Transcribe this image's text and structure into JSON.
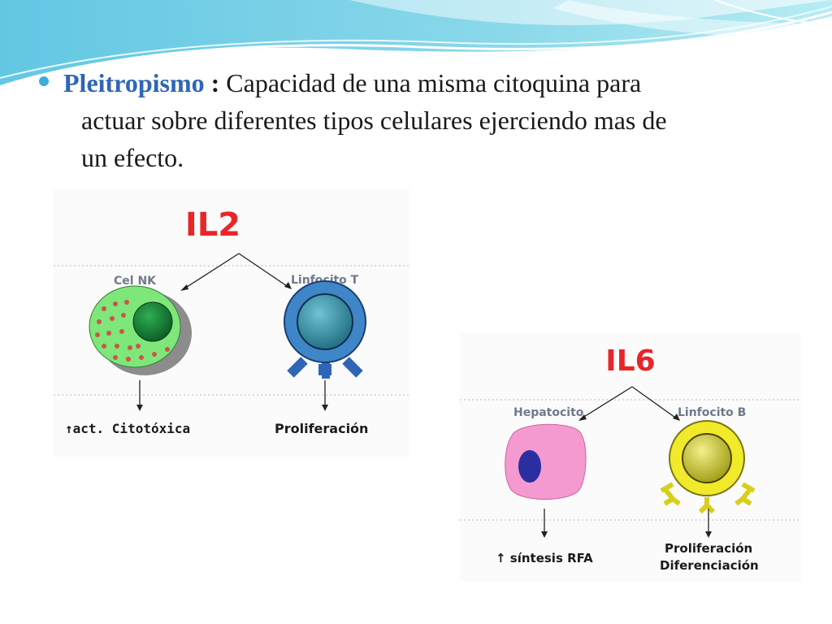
{
  "bullet": {
    "term": "Pleitropismo",
    "colon": ":",
    "line1": "Capacidad de una  misma citoquina para",
    "line2": "actuar sobre diferentes tipos celulares ejerciendo mas de",
    "line3": "un efecto."
  },
  "diagram_il2": {
    "title": "IL2",
    "cell_left": "Cel NK",
    "cell_right": "Linfocito T",
    "effect_left": "↑act. Citotóxica",
    "effect_right": "Proliferación"
  },
  "diagram_il6": {
    "title": "IL6",
    "cell_left": "Hepatocito",
    "cell_right": "Linfocito B",
    "effect_left": "↑ síntesis RFA",
    "effect_right_1": "Proliferación",
    "effect_right_2": "Diferenciación"
  },
  "colors": {
    "term": "#2e66b8",
    "title_red": "#e8262a",
    "nk_cell": "#7fe67a",
    "t_cell": "#3f86c8",
    "hepatocyte": "#f49ad0",
    "b_cell": "#f1ea2a"
  }
}
